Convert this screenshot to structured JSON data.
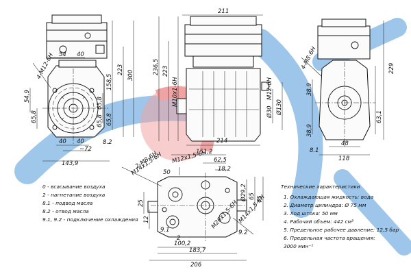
{
  "colors": {
    "line": "#111111",
    "wm_blue": "#3f8fd6",
    "wm_red": "#e04a4a"
  },
  "dims": {
    "top": {
      "d211": "211",
      "d54": "54",
      "d40a": "40",
      "thread_m12": "4-M12-6H",
      "d300": "300",
      "d236_5": "236,5",
      "d223a": "223",
      "d223b": "223",
      "d158_5": "158,5",
      "d65_8a": "65,8",
      "d54_9": "54,9",
      "d65_8b": "65,8",
      "d65_8c": "65,8",
      "d65_8d": "65,8",
      "thread_m10": "M10x1-6H",
      "d40b": "40",
      "d40c": "40",
      "d72": "~72",
      "d8_2": "8.2",
      "d143_9": "143,9",
      "d214": "214",
      "thread_m12b": "M12-6H",
      "d30": "Ø30",
      "d130": "Ø130",
      "thread_m8": "4-M8-6H",
      "d229": "229",
      "d38_9a": "38,9",
      "d38_9b": "38,9",
      "d63_1": "63,1",
      "d48": "48",
      "d118": "118",
      "d8_1": "8.1"
    },
    "bottom": {
      "d151_2": "151,2",
      "thread_a": "M12x1,5-6H",
      "d62_5": "62,5",
      "d18_2": "18,2",
      "thread_b": "2-M8-6H",
      "thread_c": "M14x1,5-6H",
      "d50": "50",
      "phi29_2": "Ø29,2",
      "d65": "65",
      "d75": "75",
      "d25": "25",
      "d12": "12",
      "d9_1": "9.1",
      "d9_2": "9.2",
      "d2": "2",
      "d100_2": "100,2",
      "thread_d": "M26x1,5-6H",
      "thread_e": "M14x1,5-6H",
      "d183_7": "183,7",
      "d206": "206"
    }
  },
  "ports_legend": [
    "0 - всасывание воздуха",
    "2 - нагнетание воздуха",
    "8.1 - подвод масла",
    "8.2 - отвод масла",
    "9.1, 9.2 - подключение охлаждения"
  ],
  "specs": {
    "title": "Технические характеристики",
    "items": [
      "1. Охлаждающая жидкость: вода",
      "2. Диаметр цилиндра: Ø 75 мм",
      "3. Ход штока: 50 мм",
      "4. Рабочий объем: 442 см³",
      "5. Предельное рабочее давление: 12,5 бар",
      "6. Предельная частота вращения:",
      "3000 мин⁻¹"
    ]
  }
}
